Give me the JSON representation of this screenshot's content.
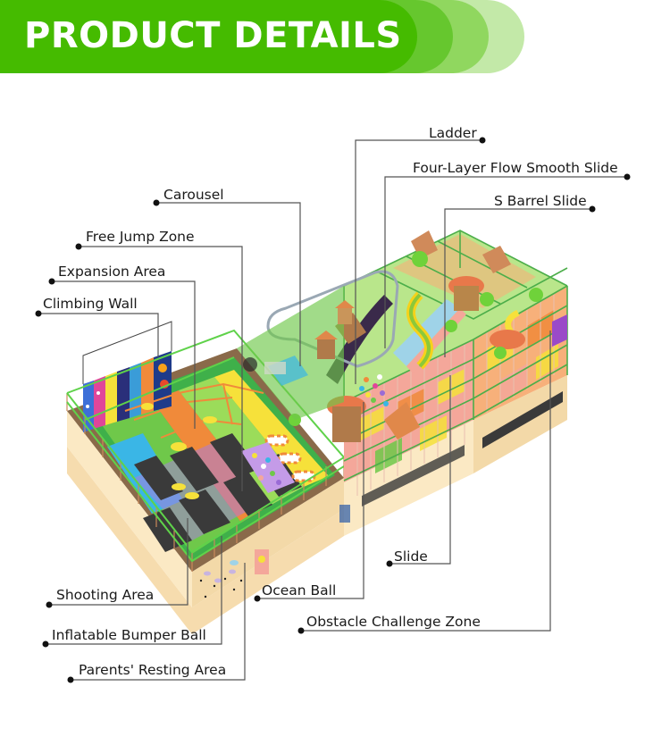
{
  "header": {
    "title": "PRODUCT DETAILS",
    "colors": {
      "primary": "#45bb00",
      "band2": "#66c72e",
      "band3": "#90d75f",
      "band4": "#c3e9a8",
      "text": "#ffffff"
    }
  },
  "callouts": {
    "ladder": "Ladder",
    "four_layer_slide": "Four-Layer Flow Smooth Slide",
    "s_barrel_slide": "S Barrel Slide",
    "carousel": "Carousel",
    "free_jump_zone": "Free Jump Zone",
    "expansion_area": "Expansion Area",
    "climbing_wall": "Climbing Wall",
    "slide": "Slide",
    "shooting_area": "Shooting Area",
    "ocean_ball": "Ocean Ball",
    "obstacle_challenge_zone": "Obstacle Challenge Zone",
    "inflatable_bumper_ball": "Inflatable Bumper Ball",
    "parents_resting_area": "Parents' Resting Area"
  },
  "illustration": {
    "subject": "indoor-playground-isometric-render",
    "colors": {
      "cage_green": "#5cc95a",
      "base_cream": "#fbe9c4",
      "floor_green": "#3fb04a",
      "trampoline": "#3a3a3a",
      "orange": "#f08a3a",
      "yellow": "#f6e13a",
      "purple": "#9a6bd6",
      "pink": "#f4a79a",
      "line": "#555555",
      "dot": "#111111"
    }
  }
}
